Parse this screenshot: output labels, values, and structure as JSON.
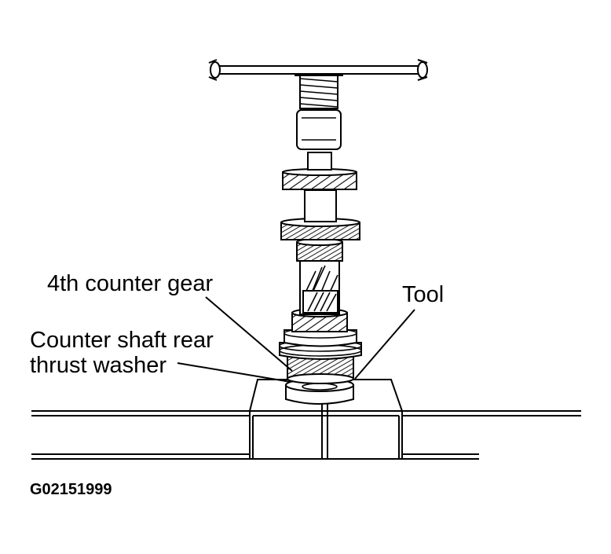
{
  "labels": {
    "fourth_counter_gear": "4th counter gear",
    "tool": "Tool",
    "thrust_washer_line1": "Counter shaft rear",
    "thrust_washer_line2": "thrust washer"
  },
  "figure_id": "G02151999"
}
